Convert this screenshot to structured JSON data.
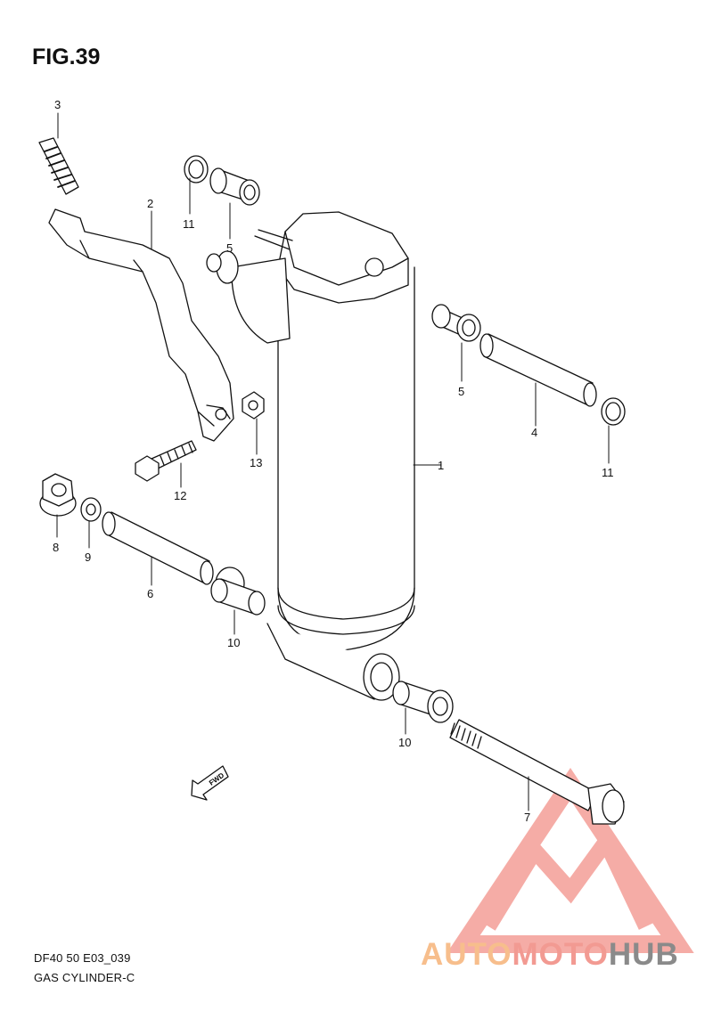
{
  "figure": {
    "title": "FIG.39"
  },
  "callouts": [
    {
      "id": "p1",
      "label": "1"
    },
    {
      "id": "p2",
      "label": "2"
    },
    {
      "id": "p3",
      "label": "3"
    },
    {
      "id": "p4",
      "label": "4"
    },
    {
      "id": "p5a",
      "label": "5"
    },
    {
      "id": "p5b",
      "label": "5"
    },
    {
      "id": "p6",
      "label": "6"
    },
    {
      "id": "p7",
      "label": "7"
    },
    {
      "id": "p8",
      "label": "8"
    },
    {
      "id": "p9",
      "label": "9"
    },
    {
      "id": "p10a",
      "label": "10"
    },
    {
      "id": "p10b",
      "label": "10"
    },
    {
      "id": "p11a",
      "label": "11"
    },
    {
      "id": "p11b",
      "label": "11"
    },
    {
      "id": "p12",
      "label": "12"
    },
    {
      "id": "p13",
      "label": "13"
    }
  ],
  "fwd_marker": "FWD",
  "footer": {
    "code": "DF40 50 E03_039",
    "name": "GAS CYLINDER-C"
  },
  "watermark": {
    "part1": "AUTO",
    "part2": "MOTO",
    "part3": "HUB"
  },
  "colors": {
    "line": "#111111",
    "watermark_orange": "#f7be8c",
    "watermark_red": "#f29a92",
    "watermark_gray": "#8a8a8a"
  }
}
